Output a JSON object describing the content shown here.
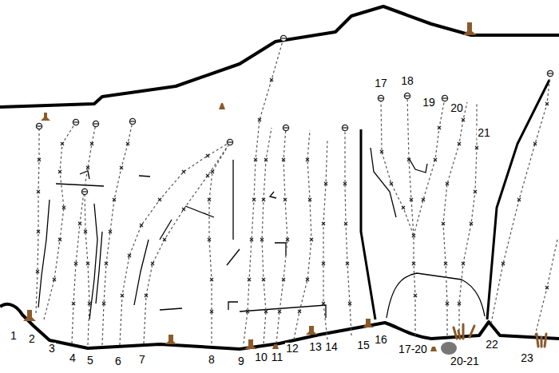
{
  "diagram": {
    "labels": [
      "17",
      "18",
      "19",
      "20",
      "21",
      "1",
      "2",
      "3",
      "4",
      "5",
      "6",
      "7",
      "8",
      "9",
      "10",
      "11",
      "12",
      "13",
      "14",
      "15",
      "16",
      "17-20",
      "20-21",
      "22",
      "23"
    ]
  }
}
